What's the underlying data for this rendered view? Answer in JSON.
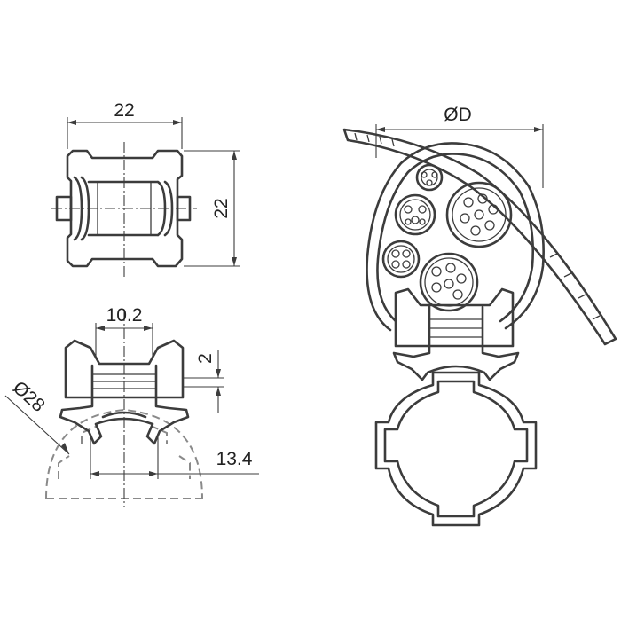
{
  "drawing": {
    "dimensions": {
      "top_width": "22",
      "top_height": "22",
      "slot_width": "10.2",
      "step_height": "2",
      "tube_diameter": "Ø28",
      "clip_opening": "13.4",
      "bundle_diameter": "ØD"
    },
    "line_color": "#3c3c3c",
    "hidden_line_color": "#8a8a8a",
    "background": "#ffffff"
  }
}
